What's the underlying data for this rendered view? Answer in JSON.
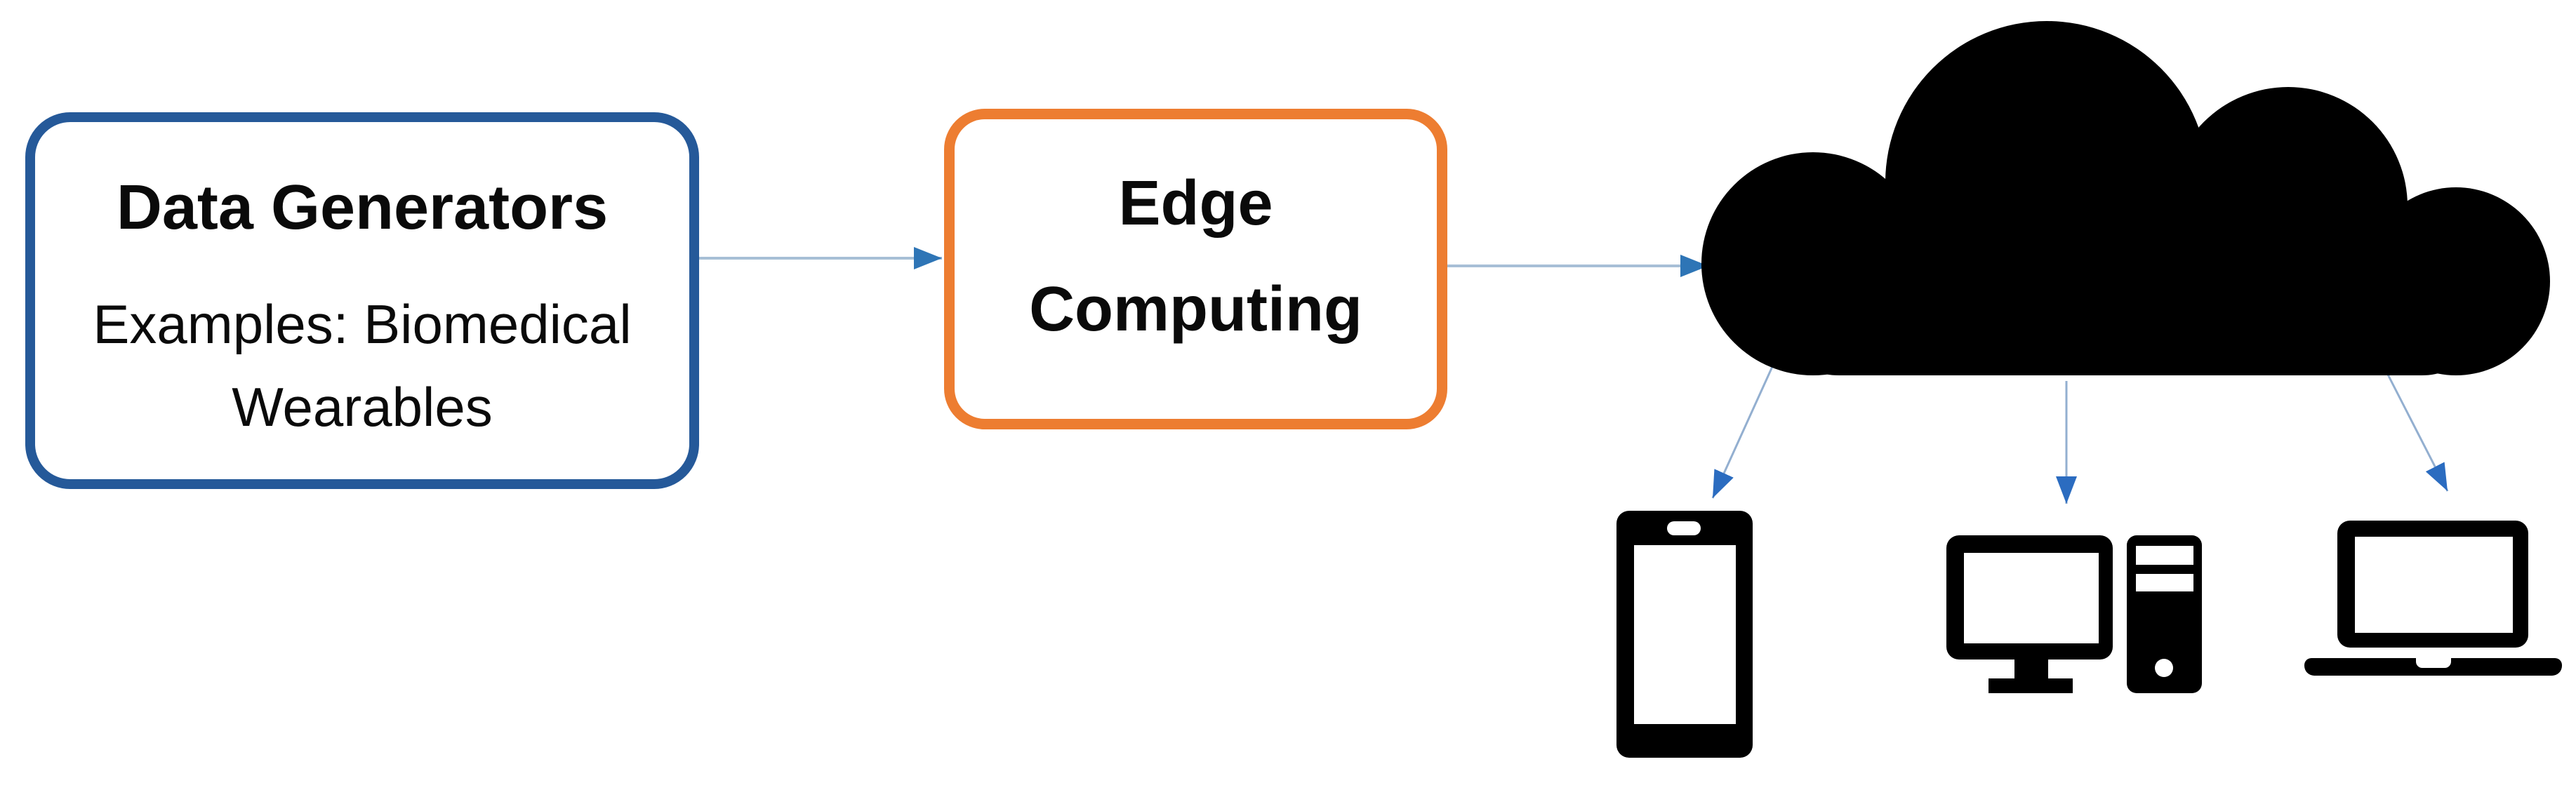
{
  "diagram": {
    "nodes": {
      "data_generators": {
        "title": "Data Generators",
        "lines": [
          "Examples: Biomedical",
          "Wearables"
        ],
        "border_color": "#255999"
      },
      "edge_computing": {
        "lines": [
          "Edge",
          "Computing"
        ],
        "border_color": "#ED7D31"
      },
      "cloud": {
        "icon": "cloud-icon",
        "fill": "#000000"
      },
      "devices": [
        {
          "icon": "smartphone-icon",
          "fill": "#000000"
        },
        {
          "icon": "desktop-computer-icon",
          "fill": "#000000"
        },
        {
          "icon": "laptop-icon",
          "fill": "#000000"
        }
      ]
    },
    "connectors": {
      "horizontal_line_color": "#A7BFD6",
      "horizontal_head_color": "#2E75B6",
      "down_line_color": "#93AFD0",
      "down_head_color": "#2B6CC0"
    },
    "text_color": "#0a0a0a",
    "background": "#FFFFFF"
  }
}
